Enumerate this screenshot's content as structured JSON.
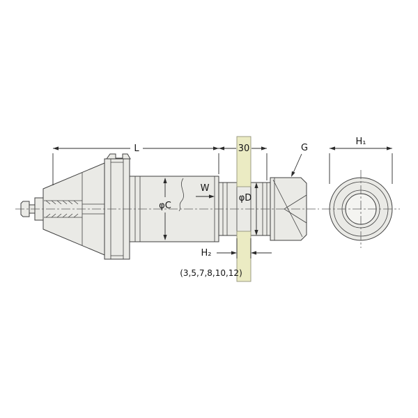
{
  "labels": {
    "length": "L",
    "nose_length": "30",
    "nut": "G",
    "wrench_h1": "H₁",
    "gauge_w": "W",
    "body_dia": "φC",
    "pilot_dia": "φD",
    "keyway_h2": "H₂",
    "key_sizes": "(3,5,7,8,10,12)"
  },
  "colors": {
    "background": "#ffffff",
    "body_fill": "#eaeae6",
    "bore_fill": "#f4f4f1",
    "keyway_fill": "#ebebc3",
    "line": "#3f3f3f",
    "dimension": "#2b2b2b"
  }
}
